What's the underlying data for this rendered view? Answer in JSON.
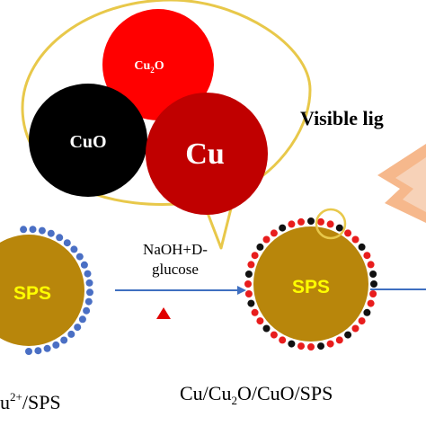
{
  "diagram": {
    "zoom_bubble": {
      "cu2o_main": "Cu",
      "cu2o_sub": "2",
      "cu2o_tail": "O",
      "cuo_label": "CuO",
      "cu_label": "Cu"
    },
    "visible_light_label": "Visible lig",
    "left_particle": {
      "core_label": "SPS",
      "caption_sup": "2+",
      "caption_prefix": "u",
      "caption_tail": "/SPS"
    },
    "reaction": {
      "line1": "NaOH+D-",
      "line2": "glucose"
    },
    "right_particle": {
      "core_label": "SPS",
      "caption_a": "Cu/Cu",
      "caption_sub": "2",
      "caption_b": "O/CuO/SPS"
    },
    "colors": {
      "sps_core": "#b8860b",
      "sps_label": "#ffff00",
      "cu_ion_dot": "#4a6fc4",
      "red_dot": "#e81d1d",
      "black_dot": "#111111",
      "cu2o_sphere": "#ff0000",
      "cuo_sphere": "#000000",
      "cu_sphere": "#c00000",
      "bubble_outline": "#e8c84a",
      "arrow": "#3f6fc0",
      "heat_triangle": "#e00000",
      "lightning": "#f0a060"
    }
  }
}
